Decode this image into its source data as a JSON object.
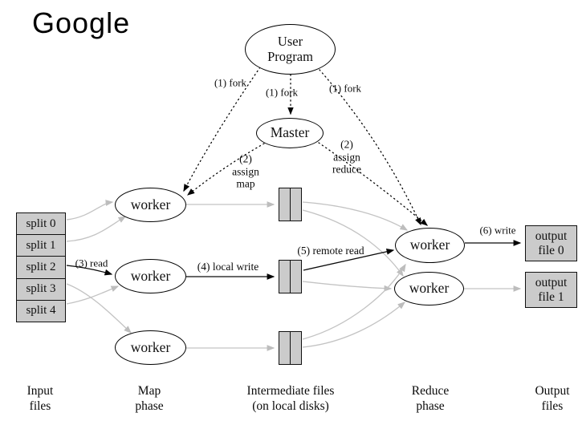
{
  "header": {
    "logo": "Google"
  },
  "diagram": {
    "nodes": {
      "user_program": "User\nProgram",
      "master": "Master",
      "map_worker_1": "worker",
      "map_worker_2": "worker",
      "map_worker_3": "worker",
      "reduce_worker_1": "worker",
      "reduce_worker_2": "worker"
    },
    "splits": [
      "split 0",
      "split 1",
      "split 2",
      "split 3",
      "split 4"
    ],
    "outputs": [
      "output\nfile 0",
      "output\nfile 1"
    ],
    "annotations": {
      "fork_left": "(1) fork",
      "fork_mid": "(1) fork",
      "fork_right": "(1) fork",
      "assign_map": "(2)\nassign\nmap",
      "assign_reduce": "(2)\nassign\nreduce",
      "read": "(3) read",
      "local_write": "(4) local write",
      "remote_read": "(5) remote read",
      "write": "(6) write"
    },
    "phases": [
      "Input\nfiles",
      "Map\nphase",
      "Intermediate files\n(on local disks)",
      "Reduce\nphase",
      "Output\nfiles"
    ],
    "colors": {
      "box_fill": "#cbcbcb",
      "gray_arrow": "#c3c3c3",
      "stroke": "#000000"
    }
  }
}
